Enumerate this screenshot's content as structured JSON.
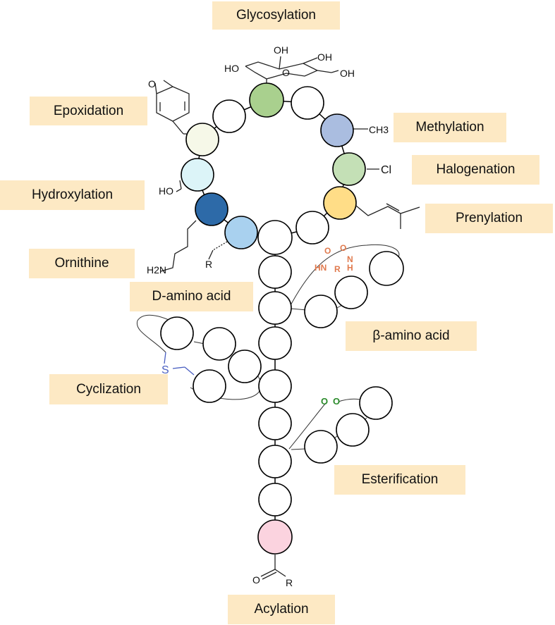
{
  "labels": {
    "glycosylation": "Glycosylation",
    "epoxidation": "Epoxidation",
    "methylation": "Methylation",
    "halogenation": "Halogenation",
    "hydroxylation": "Hydroxylation",
    "prenylation": "Prenylation",
    "ornithine": "Ornithine",
    "d_amino_acid": "D-amino acid",
    "beta_amino_acid": "β-amino acid",
    "cyclization": "Cyclization",
    "esterification": "Esterification",
    "acylation": "Acylation"
  },
  "chem": {
    "oh": "OH",
    "ho": "HO",
    "o": "O",
    "ch3": "CH3",
    "cl": "Cl",
    "h2n": "H2N",
    "r": "R",
    "hn": "HN",
    "n": "N",
    "h": "H",
    "s": "S"
  },
  "colors": {
    "label_bg": "#fde9c4",
    "glycosylation": "#a9d08e",
    "methylation": "#aabde0",
    "halogenation": "#c4e0b6",
    "prenylation": "#ffdd87",
    "epoxidation": "#f6f8e8",
    "hydroxylation": "#dcf4f8",
    "ornithine": "#2d6aa8",
    "d_amino_acid": "#a9d1ef",
    "acylation": "#fbd3df",
    "amide_text": "#e07a4e",
    "sulfur": "#4a5fc1",
    "ester": "#2a8a2a"
  }
}
